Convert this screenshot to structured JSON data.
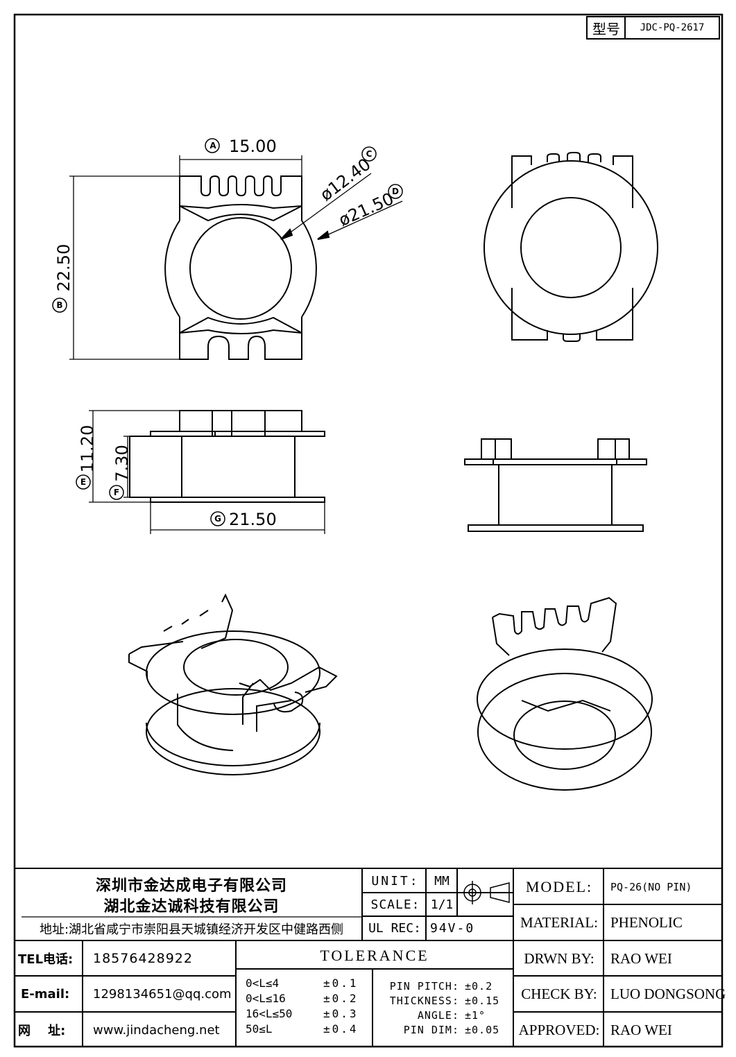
{
  "model_box": {
    "label": "型号",
    "value": "JDC-PQ-2617"
  },
  "dimensions": {
    "a": {
      "marker": "A",
      "value": "15.00"
    },
    "b": {
      "marker": "B",
      "value": "22.50"
    },
    "c": {
      "marker": "C",
      "value": "ø12.40"
    },
    "d": {
      "marker": "D",
      "value": "ø21.50"
    },
    "e": {
      "marker": "E",
      "value": "11.20"
    },
    "f": {
      "marker": "F",
      "value": "7.30"
    },
    "g": {
      "marker": "G",
      "value": "21.50"
    }
  },
  "company": {
    "name1": "深圳市金达成电子有限公司",
    "name2": "湖北金达诚科技有限公司",
    "address": "地址:湖北省咸宁市崇阳县天城镇经济开发区中健路西侧"
  },
  "contact": {
    "tel_label": "TEL电话:",
    "tel": "18576428922",
    "email_label": "E-mail:",
    "email": "1298134651@qq.com",
    "web_label": "网    址:",
    "web": "www.jindacheng.net"
  },
  "spec": {
    "unit_label": "UNIT:",
    "unit": "MM",
    "scale_label": "SCALE:",
    "scale": "1/1",
    "ul_label": "UL REC:",
    "ul": "94V-0"
  },
  "tolerance": {
    "title": "TOLERANCE",
    "ranges": [
      {
        "range": "0<L≤4",
        "tol": "±0.1"
      },
      {
        "range": "0<L≤16",
        "tol": "±0.2"
      },
      {
        "range": "16<L≤50",
        "tol": "±0.3"
      },
      {
        "range": "50≤L",
        "tol": "±0.4"
      }
    ],
    "others": [
      {
        "label": "PIN PITCH:",
        "tol": "±0.2"
      },
      {
        "label": "THICKNESS:",
        "tol": "±0.15"
      },
      {
        "label": "ANGLE:",
        "tol": "±1°"
      },
      {
        "label": "PIN DIM:",
        "tol": "±0.05"
      }
    ]
  },
  "info": {
    "model_label": "MODEL:",
    "model": "PQ-26(NO PIN)",
    "material_label": "MATERIAL:",
    "material": "PHENOLIC",
    "drawn_label": "DRWN BY:",
    "drawn": "RAO WEI",
    "check_label": "CHECK BY:",
    "check": "LUO DONGSONG",
    "approved_label": "APPROVED:",
    "approved": "RAO WEI"
  }
}
